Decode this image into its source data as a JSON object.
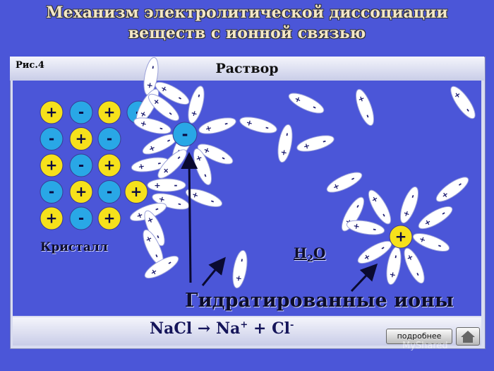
{
  "title": {
    "line1": "Механизм  электролитической  диссоциации",
    "line2": "веществ  с  ионной  связью"
  },
  "figure_label": "Рис.4",
  "solution_label": "Раствор",
  "crystal_label": "Кристалл",
  "water_label": {
    "h": "H",
    "sub": "2",
    "o": "O"
  },
  "hydrated_ions_label": "Гидратированные ионы",
  "equation": {
    "reactant": "NaCl",
    "arrow": "→",
    "cation": "Na",
    "cation_charge": "+",
    "plus": "+",
    "anion": "Cl",
    "anion_charge": "-"
  },
  "more_button_label": "подробнее",
  "home_icon": "home-icon",
  "watermark": "MyShared",
  "colors": {
    "background": "#4b56d8",
    "cation_fill": "#f6e11b",
    "anion_fill": "#29a7e6",
    "water_dipole": "#ffffff",
    "charge_text": "#1a1a6e"
  },
  "crystal": {
    "rows": [
      [
        "+",
        "-",
        "+",
        "-"
      ],
      [
        "-",
        "+",
        "-"
      ],
      [
        "+",
        "-",
        "+"
      ],
      [
        "-",
        "+",
        "-",
        "+"
      ],
      [
        "+",
        "-",
        "+"
      ]
    ]
  },
  "ion_charges": {
    "anion": "-",
    "cation": "+"
  }
}
